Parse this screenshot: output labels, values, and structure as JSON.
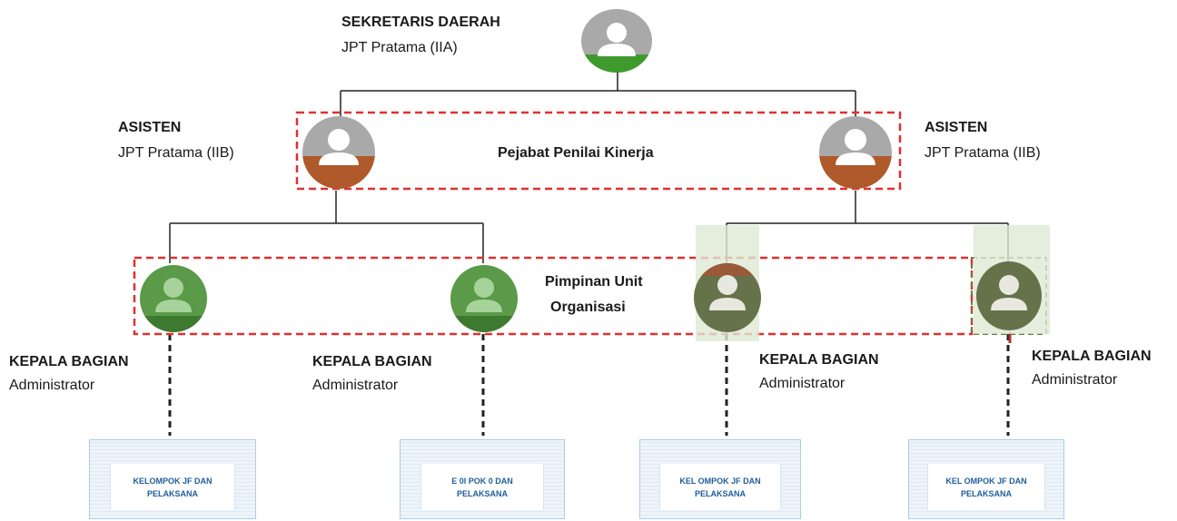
{
  "top": {
    "title": "SEKRETARIS DAERAH",
    "subtitle": "JPT Pratama (IIA)"
  },
  "assistants": [
    {
      "title": "ASISTEN",
      "subtitle": "JPT Pratama (IIB)"
    },
    {
      "title": "ASISTEN",
      "subtitle": "JPT Pratama (IIB)"
    }
  ],
  "group_labels": {
    "ppk": "Pejabat Penilai Kinerja",
    "unit_line1": "Pimpinan Unit",
    "unit_line2": "Organisasi"
  },
  "heads": [
    {
      "title": "KEPALA BAGIAN",
      "subtitle": "Administrator"
    },
    {
      "title": "KEPALA BAGIAN",
      "subtitle": "Administrator"
    },
    {
      "title": "KEPALA BAGIAN",
      "subtitle": "Administrator"
    },
    {
      "title": "KEPALA BAGIAN",
      "subtitle": "Administrator"
    }
  ],
  "boxes": [
    {
      "line1": "KELOMPOK JF DAN",
      "line2": "PELAKSANA"
    },
    {
      "line1": "E 0I POK 0 DAN",
      "line2": "PELAKSANA"
    },
    {
      "line1": "KEL OMPOK JF DAN",
      "line2": "PELAKSANA"
    },
    {
      "line1": "KEL OMPOK JF DAN",
      "line2": "PELAKSANA"
    }
  ],
  "colors": {
    "green_base": "#3f9a2e",
    "orange_base": "#b0592a",
    "green_node": "#5a9a48",
    "olive_node": "#66734a",
    "dashed_red": "#e03030",
    "dashed_olive": "#6b7a3a",
    "box_text": "#1f5d9b"
  }
}
